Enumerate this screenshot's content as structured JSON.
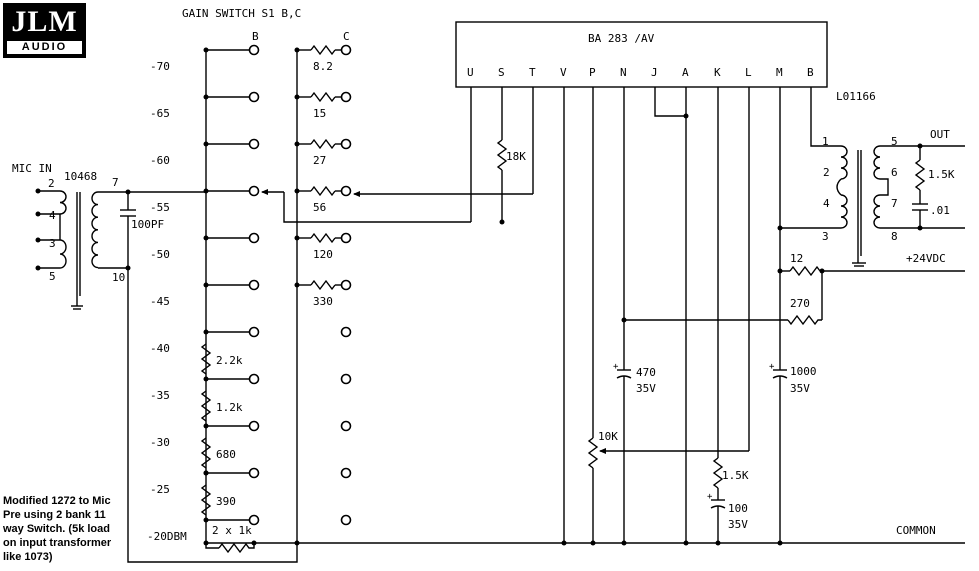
{
  "logo": {
    "brand": "JLM",
    "sub": "AUDIO"
  },
  "title": "GAIN SWITCH S1  B,C",
  "bank_labels": {
    "b": "B",
    "c": "C"
  },
  "ic": {
    "name": "BA 283 /AV",
    "pins": [
      "U",
      "S",
      "T",
      "V",
      "P",
      "N",
      "J",
      "A",
      "K",
      "L",
      "M",
      "B"
    ]
  },
  "gain_steps": [
    "-70",
    "-65",
    "-60",
    "-55",
    "-50",
    "-45",
    "-40",
    "-35",
    "-30",
    "-25",
    "-20DBM"
  ],
  "bank_b_resistors": [
    "2.2k",
    "1.2k",
    "680",
    "390",
    "2 x 1k"
  ],
  "bank_c_resistors": [
    "8.2",
    "15",
    "27",
    "56",
    "120",
    "330"
  ],
  "input": {
    "label": "MIC IN",
    "transformer": "10468",
    "pins": [
      "2",
      "4",
      "3",
      "5",
      "7",
      "10"
    ],
    "cap": "100PF"
  },
  "output": {
    "transformer": "L01166",
    "pins": [
      "1",
      "2",
      "4",
      "3",
      "5",
      "6",
      "7",
      "8"
    ],
    "label": "OUT",
    "r_load": "1.5K",
    "c_load": ".01"
  },
  "parts": {
    "r_feedback": "18K",
    "r_supply": "12",
    "r_270": "270",
    "c_470_value": "470",
    "c_470_voltage": "35V",
    "pot": "10K",
    "r_1k5": "1.5K",
    "c_100_value": "100",
    "c_100_voltage": "35V",
    "c_1000_value": "1000",
    "c_1000_voltage": "35V"
  },
  "supply": "+24VDC",
  "common": "COMMON",
  "note": "Modified 1272 to Mic Pre using 2 bank 11 way Switch. (5k load on input transformer like 1073)"
}
